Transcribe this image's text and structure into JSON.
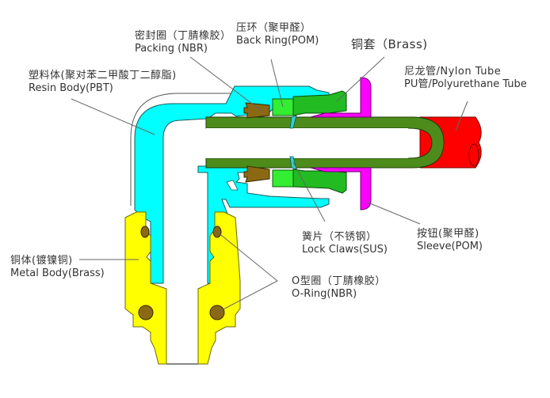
{
  "title": "Push-in Elbow Fitting Cross-Section",
  "colors": {
    "resin_body": "#00ffff",
    "metal_body": "#ffff00",
    "tube": "#ff0000",
    "tube_inner": "#4d8c1a",
    "sleeve": "#ff00ff",
    "brass_sleeve": "#22bb22",
    "back_ring": "#33ee33",
    "packing": "#8b6914",
    "o_ring": "#8b6914",
    "lock_claw": "#33cccc",
    "leader_line": "#666666",
    "text": "#333333"
  },
  "labels": {
    "packing": {
      "zh": "密封圈（丁腈橡胶）",
      "en": "Packing (NBR)"
    },
    "back_ring": {
      "zh": "压环（聚甲醛）",
      "en": "Back Ring(POM)"
    },
    "brass_sleeve": {
      "zh": "铜套（Brass)"
    },
    "resin_body": {
      "zh": "塑料体(聚对苯二甲酸丁二醇脂)",
      "en": "Resin Body(PBT)"
    },
    "tube": {
      "zh": "尼龙管/Nylon Tube",
      "en": "PU管/Polyurethane Tube"
    },
    "metal_body": {
      "zh": "铜体(镀镍铜)",
      "en": "Metal Body(Brass)"
    },
    "lock_claws": {
      "zh": "簧片（不锈钢）",
      "en": "Lock Claws(SUS)"
    },
    "sleeve": {
      "zh": "按钮(聚甲醛)",
      "en": "Sleeve(POM)"
    },
    "o_ring": {
      "zh": "O型圈（丁腈橡胶）",
      "en": "O-Ring(NBR)"
    }
  }
}
